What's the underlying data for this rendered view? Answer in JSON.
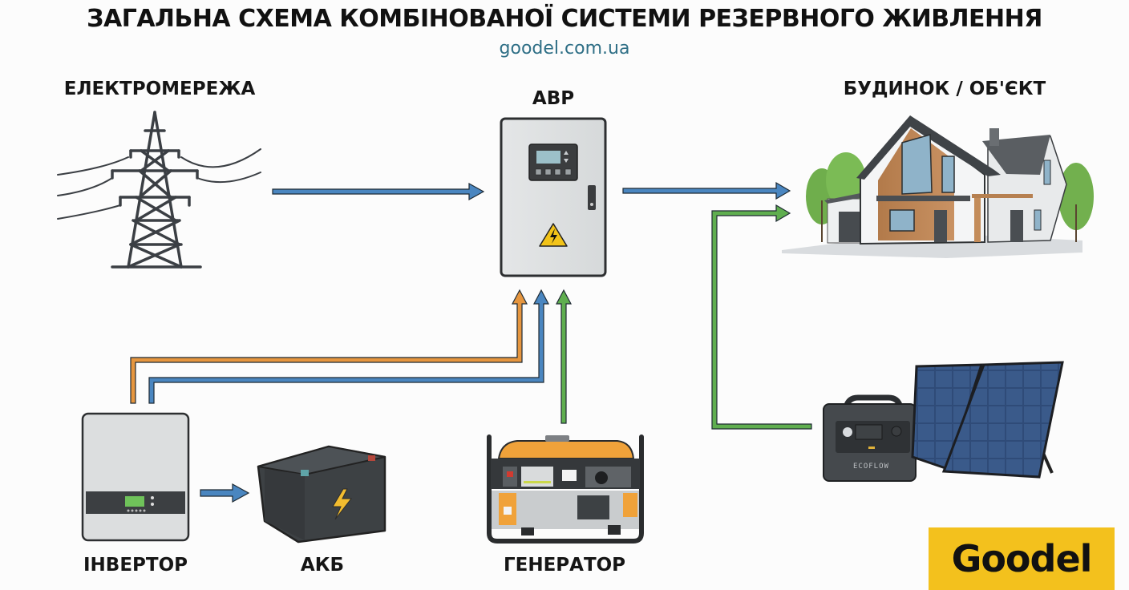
{
  "header": {
    "title": "ЗАГАЛЬНА СХЕМА КОМБІНОВАНОЇ СИСТЕМИ РЕЗЕРВНОГО ЖИВЛЕННЯ",
    "subtitle": "goodel.com.ua"
  },
  "nodes": {
    "grid": {
      "label": "ЕЛЕКТРОМЕРЕЖА",
      "icon": "power-tower-icon"
    },
    "ats": {
      "label": "АВР",
      "icon": "ats-cabinet-icon"
    },
    "house": {
      "label": "БУДИНОК / ОБ'ЄКТ",
      "icon": "house-icon"
    },
    "inverter": {
      "label": "ІНВЕРТОР",
      "icon": "inverter-icon"
    },
    "battery": {
      "label": "АКБ",
      "icon": "battery-icon"
    },
    "generator": {
      "label": "ГЕНЕРАТОР",
      "icon": "generator-icon"
    },
    "power_station": {
      "label": "",
      "brand_text": "ECOFLOW",
      "icon": "portable-power-station-icon"
    },
    "solar_panel": {
      "icon": "solar-panel-icon"
    }
  },
  "connections": [
    {
      "from": "grid",
      "to": "ats",
      "color": "#4a86c0"
    },
    {
      "from": "ats",
      "to": "house",
      "color": "#4a86c0"
    },
    {
      "from": "inverter",
      "to": "ats",
      "color": "#e6963f"
    },
    {
      "from": "inverter",
      "to": "ats",
      "color": "#4a86c0"
    },
    {
      "from": "generator",
      "to": "ats",
      "color": "#5fae4f"
    },
    {
      "from": "inverter",
      "to": "battery",
      "color": "#4a86c0"
    },
    {
      "from": "power_station",
      "to": "house",
      "color": "#5fae4f"
    }
  ],
  "colors": {
    "blue": "#4a86c0",
    "orange": "#e6963f",
    "green": "#5fae4f",
    "logo_bg": "#f3c11d",
    "subtitle": "#2f6f86"
  },
  "logo": {
    "text": "Goodel"
  }
}
